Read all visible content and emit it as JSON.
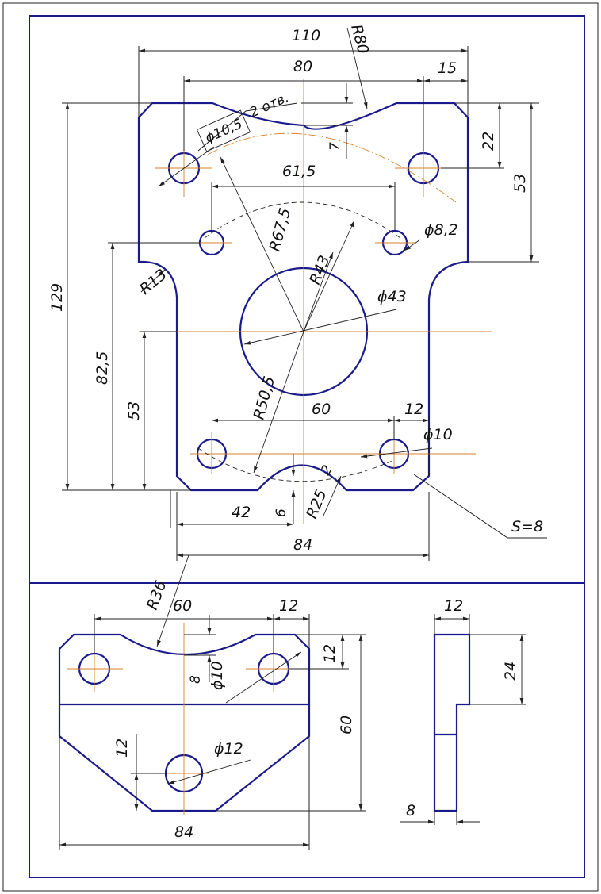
{
  "dims": {
    "d110": "110",
    "d80": "80",
    "d15": "15",
    "r80": "R80",
    "hole105": "ϕ10,5",
    "qty": "2 отв.",
    "d7": "7",
    "d22": "22",
    "d53r": "53",
    "d615": "61,5",
    "r675": "R67,5",
    "hole82": "ϕ8,2",
    "r43": "R43",
    "hole43": "ϕ43",
    "d129": "129",
    "r13": "R13",
    "d825": "82,5",
    "d53l": "53",
    "r505": "R50,5",
    "d60top": "60",
    "d12top": "12",
    "hole10top": "ϕ10",
    "d42": "42",
    "d6": "6",
    "r25": "R25",
    "d2": "2",
    "d84top": "84",
    "s8": "S=8",
    "r36": "R36",
    "d60b": "60",
    "d12b": "12",
    "d12bv": "12",
    "d8b": "8",
    "hole10b": "ϕ10",
    "d60bv": "60",
    "d12bl": "12",
    "hole12": "ϕ12",
    "d84b": "84",
    "d12side": "12",
    "d24side": "24",
    "d8side": "8"
  }
}
